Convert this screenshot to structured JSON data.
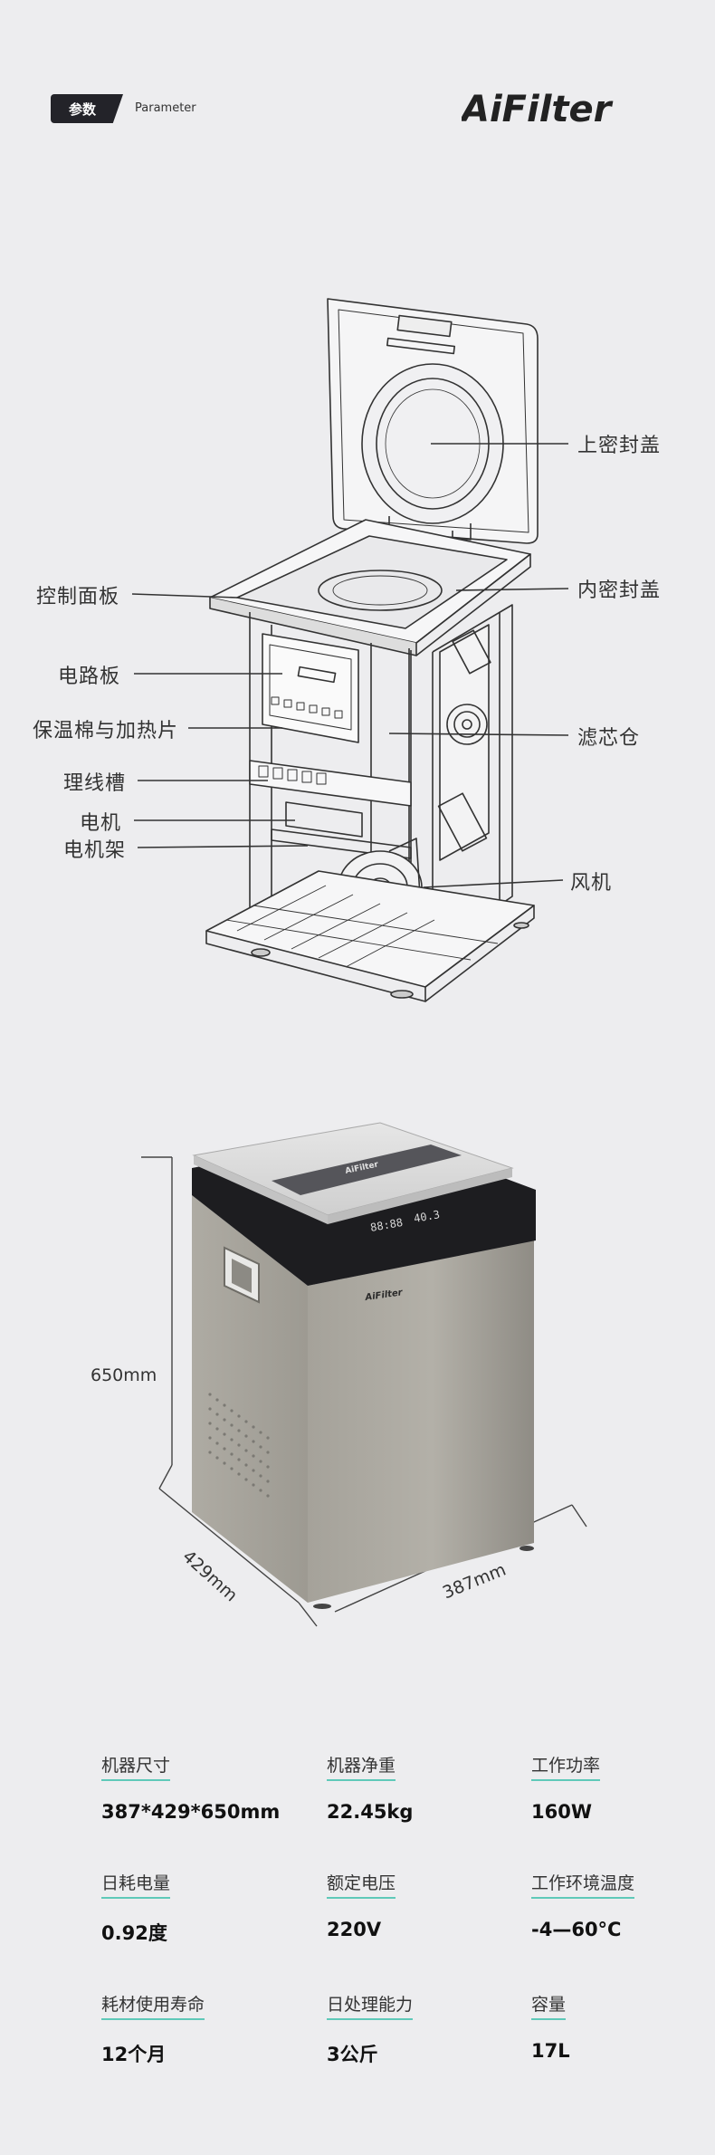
{
  "header": {
    "tag_label": "参数",
    "tag_subtitle": "Parameter",
    "logo_text": "AiFilter"
  },
  "diagram": {
    "callouts": [
      {
        "id": "top-seal",
        "label": "上密封盖"
      },
      {
        "id": "control-panel",
        "label": "控制面板"
      },
      {
        "id": "inner-seal",
        "label": "内密封盖"
      },
      {
        "id": "circuit-board",
        "label": "电路板"
      },
      {
        "id": "insulation-heater",
        "label": "保温棉与加热片"
      },
      {
        "id": "filter-chamber",
        "label": "滤芯仓"
      },
      {
        "id": "cable-trough",
        "label": "理线槽"
      },
      {
        "id": "motor",
        "label": "电机"
      },
      {
        "id": "motor-frame",
        "label": "电机架"
      },
      {
        "id": "fan",
        "label": "风机"
      }
    ]
  },
  "product": {
    "brand_mark": "AiFilter",
    "display_left": "88:88",
    "display_right": "40.3",
    "height_label": "650mm",
    "depth_label": "429mm",
    "width_label": "387mm"
  },
  "specs": [
    {
      "label": "机器尺寸",
      "value": "387*429*650mm"
    },
    {
      "label": "机器净重",
      "value": "22.45kg"
    },
    {
      "label": "工作功率",
      "value": "160W"
    },
    {
      "label": "日耗电量",
      "value": "0.92度"
    },
    {
      "label": "额定电压",
      "value": "220V"
    },
    {
      "label": "工作环境温度",
      "value": "-4—60°C"
    },
    {
      "label": "耗材使用寿命",
      "value": "12个月"
    },
    {
      "label": "日处理能力",
      "value": "3公斤"
    },
    {
      "label": "容量",
      "value": "17L"
    }
  ],
  "colors": {
    "background": "#ededef",
    "tag_bg": "#232329",
    "accent_underline": "#5fc9b9",
    "body_silver": "#a9a69d"
  }
}
